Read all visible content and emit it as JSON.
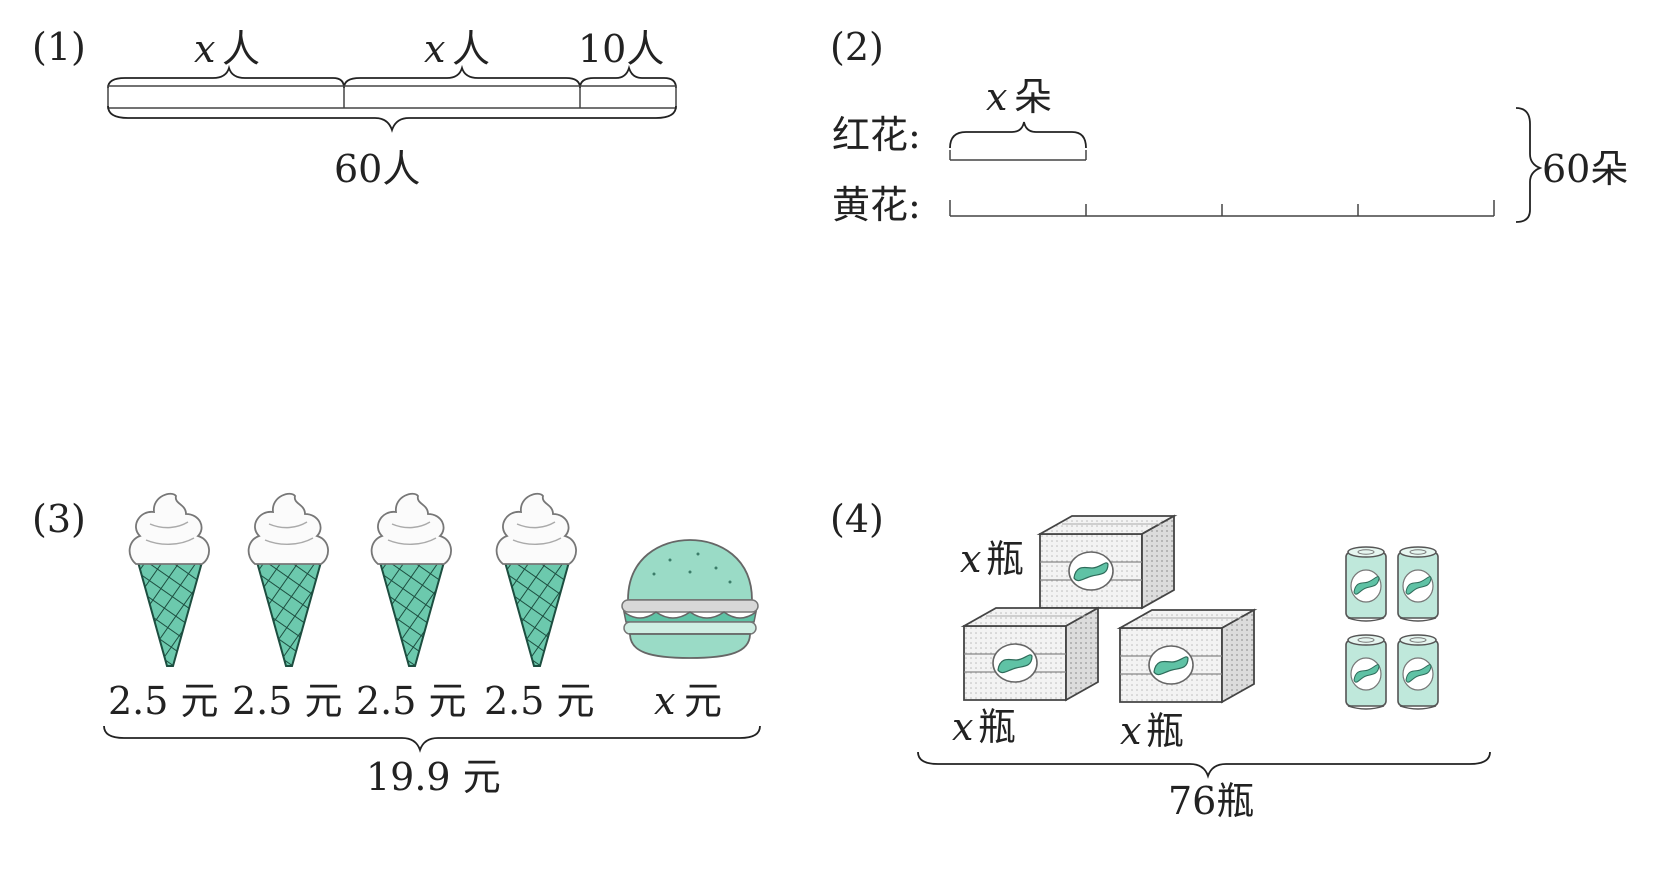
{
  "p1": {
    "num": "(1)",
    "seg_a": {
      "var": "x",
      "unit": "人"
    },
    "seg_b": {
      "var": "x",
      "unit": "人"
    },
    "seg_c": "10人",
    "total": "60人"
  },
  "p2": {
    "num": "(2)",
    "red_label": "红花:",
    "yellow_label": "黄花:",
    "red_seg": {
      "var": "x",
      "unit": "朵"
    },
    "total": "60朵"
  },
  "p3": {
    "num": "(3)",
    "prices": [
      "2.5 元",
      "2.5 元",
      "2.5 元",
      "2.5 元"
    ],
    "burger_price": {
      "var": "x",
      "unit": "元"
    },
    "total": "19.9 元",
    "item_icon": "ice-cream-cone-icon",
    "burger_icon": "hamburger-icon"
  },
  "p4": {
    "num": "(4)",
    "box_top": {
      "var": "x",
      "unit": "瓶"
    },
    "box_left": {
      "var": "x",
      "unit": "瓶"
    },
    "box_right": {
      "var": "x",
      "unit": "瓶"
    },
    "total": "76瓶",
    "box_icon": "bottle-crate-icon",
    "can_icon": "soda-can-icon"
  },
  "colors": {
    "accent": "#5fc2a5",
    "accent_light": "#bfe8db",
    "ink": "#222222"
  }
}
